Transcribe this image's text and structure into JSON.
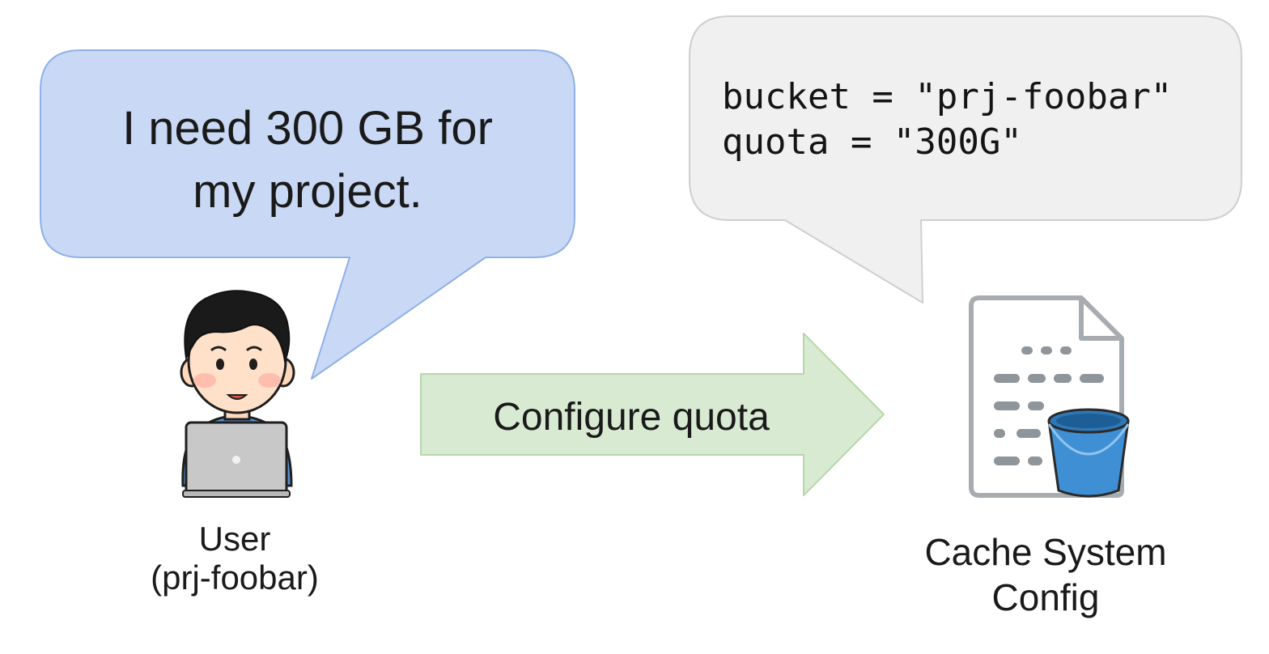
{
  "user_bubble": {
    "line1": "I need 300 GB for",
    "line2": "my project.",
    "fill": "#c9d9f5",
    "stroke": "#8fb0e8"
  },
  "config_bubble": {
    "line1": "bucket = \"prj-foobar\"",
    "line2": "quota = \"300G\"",
    "fill": "#f0f0f0",
    "stroke": "#cfcfcf"
  },
  "arrow": {
    "label": "Configure quota",
    "fill": "#d9ead3",
    "stroke": "#b6d7a8"
  },
  "user": {
    "icon": "user-at-laptop-icon",
    "name": "User",
    "project": "(prj-foobar)"
  },
  "cache": {
    "icon": "document-with-bucket-icon",
    "line1": "Cache System",
    "line2": "Config",
    "bucket_color": "#3f8fd4"
  }
}
